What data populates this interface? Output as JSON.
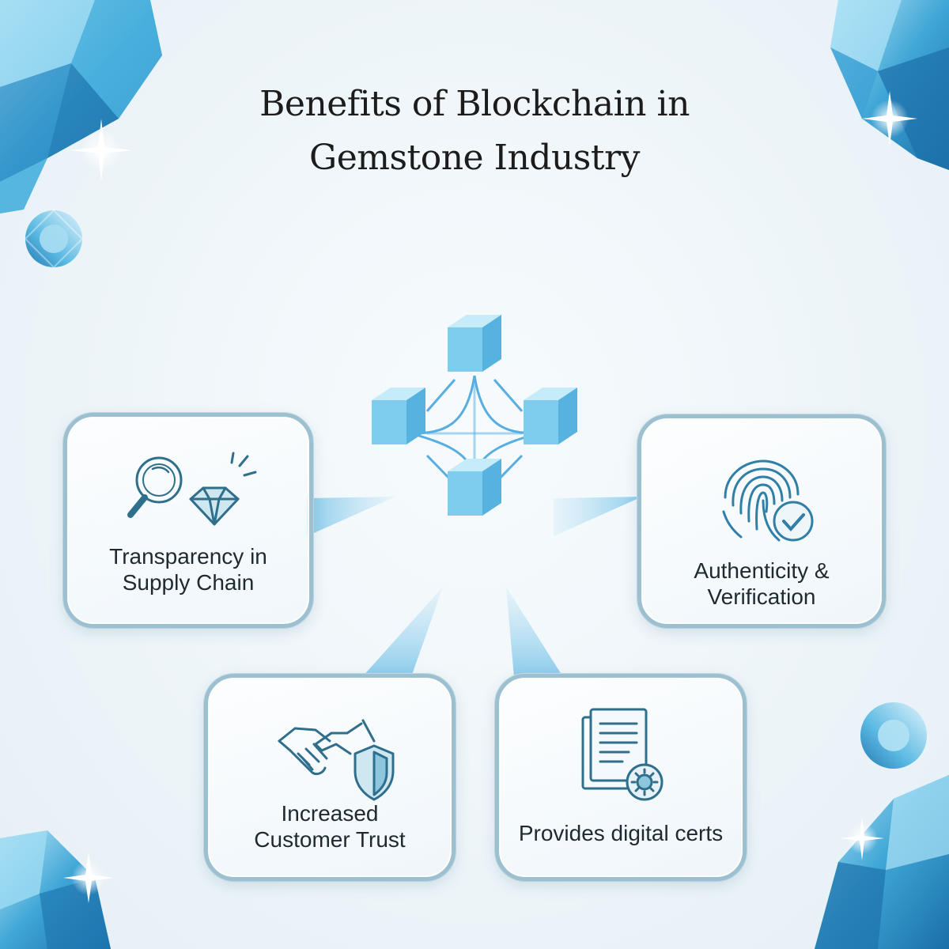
{
  "title": {
    "line1": "Benefits of Blockchain in",
    "line2": "Gemstone Industry"
  },
  "cards": [
    {
      "lines": [
        "Transparency in",
        "Supply Chain"
      ],
      "icon": "magnifier-gem-icon"
    },
    {
      "lines": [
        "Authenticity &",
        "Verification"
      ],
      "icon": "fingerprint-check-icon"
    },
    {
      "lines": [
        "Increased",
        "Customer Trust"
      ],
      "icon": "handshake-shield-icon"
    },
    {
      "lines": [
        "Provides digital certs"
      ],
      "icon": "document-seal-icon"
    }
  ],
  "colors": {
    "accent": "#2a90c4",
    "icon_stroke": "#2f6f8c",
    "border": "#9cc0cf",
    "cube": "#7fcdee",
    "background": "#eef5f9"
  }
}
